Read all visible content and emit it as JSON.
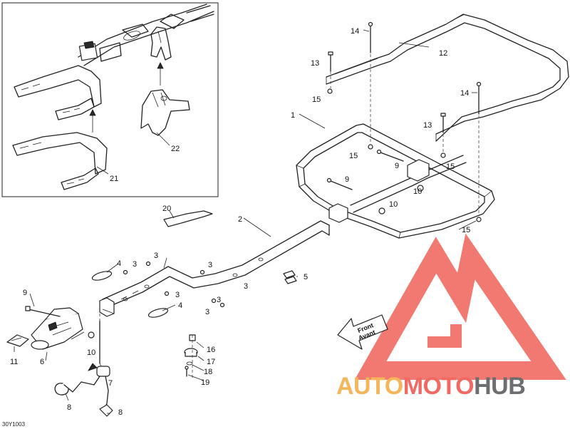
{
  "diagram": {
    "reference_code": "30Y1003",
    "front_arrow": {
      "line1": "Front",
      "line2": "Avant"
    },
    "watermark": {
      "part1": "AUTO",
      "part2": "MOTO",
      "part3": "HUB"
    },
    "colors": {
      "watermark_red": "#f06a63",
      "watermark_orange": "#f5b55a",
      "watermark_gray": "#6d6e70",
      "line": "#222222"
    },
    "callouts": [
      {
        "id": "c1",
        "text": "1"
      },
      {
        "id": "c2",
        "text": "2"
      },
      {
        "id": "c3a",
        "text": "3"
      },
      {
        "id": "c3b",
        "text": "3"
      },
      {
        "id": "c3c",
        "text": "3"
      },
      {
        "id": "c3d",
        "text": "3"
      },
      {
        "id": "c3e",
        "text": "3"
      },
      {
        "id": "c3f",
        "text": "3"
      },
      {
        "id": "c3g",
        "text": "3"
      },
      {
        "id": "c4a",
        "text": "4"
      },
      {
        "id": "c4b",
        "text": "4"
      },
      {
        "id": "c5",
        "text": "5"
      },
      {
        "id": "c6",
        "text": "6"
      },
      {
        "id": "c7",
        "text": "7"
      },
      {
        "id": "c8a",
        "text": "8"
      },
      {
        "id": "c8b",
        "text": "8"
      },
      {
        "id": "c9a",
        "text": "9"
      },
      {
        "id": "c9b",
        "text": "9"
      },
      {
        "id": "c9c",
        "text": "9"
      },
      {
        "id": "c10a",
        "text": "10"
      },
      {
        "id": "c10b",
        "text": "10"
      },
      {
        "id": "c10c",
        "text": "10"
      },
      {
        "id": "c11",
        "text": "11"
      },
      {
        "id": "c12",
        "text": "12"
      },
      {
        "id": "c13a",
        "text": "13"
      },
      {
        "id": "c13b",
        "text": "13"
      },
      {
        "id": "c14a",
        "text": "14"
      },
      {
        "id": "c14b",
        "text": "14"
      },
      {
        "id": "c15a",
        "text": "15"
      },
      {
        "id": "c15b",
        "text": "15"
      },
      {
        "id": "c15c",
        "text": "15"
      },
      {
        "id": "c15d",
        "text": "15"
      },
      {
        "id": "c16",
        "text": "16"
      },
      {
        "id": "c17",
        "text": "17"
      },
      {
        "id": "c18",
        "text": "18"
      },
      {
        "id": "c19",
        "text": "19"
      },
      {
        "id": "c20",
        "text": "20"
      },
      {
        "id": "c21",
        "text": "21"
      },
      {
        "id": "c22",
        "text": "22"
      }
    ]
  }
}
